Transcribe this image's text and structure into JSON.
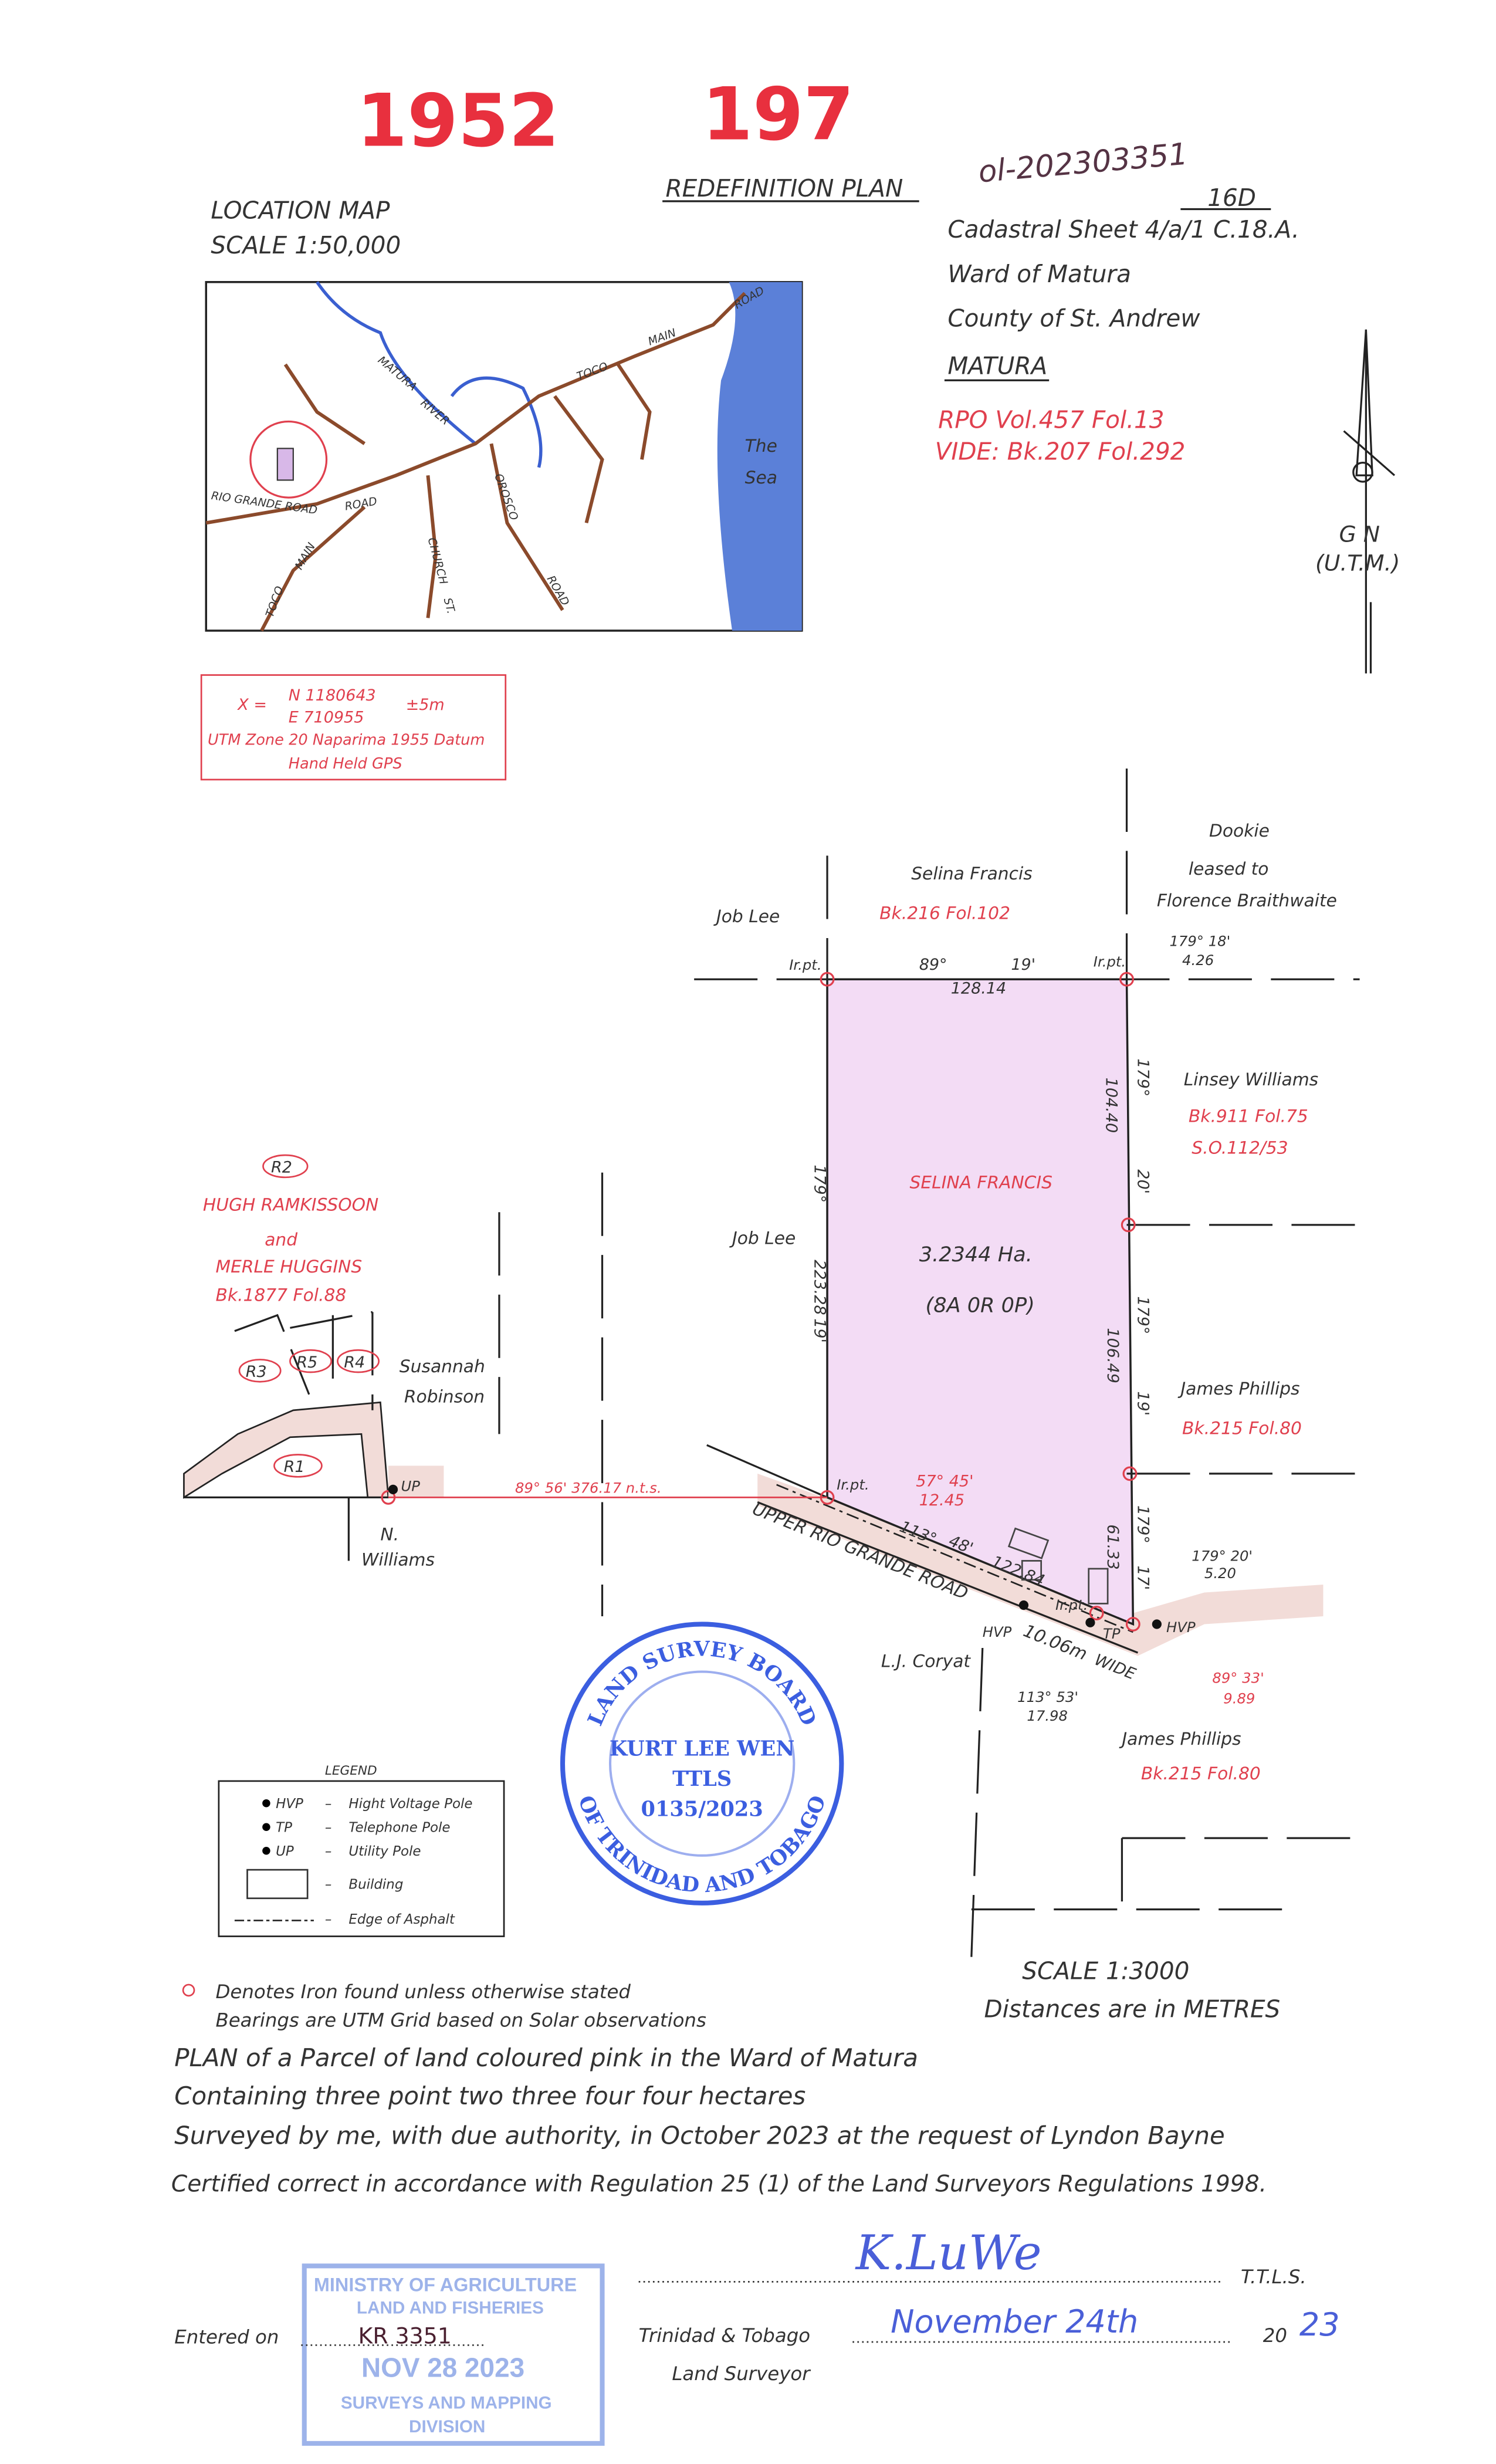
{
  "header": {
    "plan_number_1": "1952",
    "plan_number_2": "197",
    "plan_type": "REDEFINITION PLAN",
    "reference_handwritten": "ol-202303351"
  },
  "location_map": {
    "title": "LOCATION MAP",
    "scale": "SCALE 1:50,000",
    "labels": {
      "sea_1": "The",
      "sea_2": "Sea",
      "matura": "MATURA",
      "river": "RIVER",
      "toco_main_road_1": "TOCO",
      "toco_main_road_2": "MAIN",
      "toco_main_road_3": "ROAD",
      "rio_grande_road": "RIO GRANDE ROAD",
      "road": "ROAD",
      "toco_sw": "TOCO",
      "main_sw": "MAIN",
      "church": "CHURCH",
      "st": "ST.",
      "orosco": "OROSCO",
      "road_2": "ROAD"
    }
  },
  "gps": {
    "x_label": "X =",
    "north": "N 1180643",
    "east": "E 710955",
    "accuracy": "±5m",
    "datum": "UTM Zone 20 Naparima 1955 Datum",
    "method": "Hand Held GPS"
  },
  "sheet": {
    "fraction_top": "16D",
    "cadastral": "Cadastral Sheet 4/a/1 C.18.A.",
    "ward": "Ward of Matura",
    "county": "County of St. Andrew",
    "district": "MATURA",
    "rpo": "RPO Vol.457 Fol.13",
    "vide": "VIDE: Bk.207 Fol.292"
  },
  "north_arrow": {
    "label": "G N",
    "sub": "(U.T.M.)"
  },
  "plan": {
    "parcel_owner": "SELINA FRANCIS",
    "area": "3.2344 Ha.",
    "area_imperial": "(8A 0R 0P)",
    "north_owner": "Selina Francis",
    "north_ref": "Bk.216 Fol.102",
    "job_lee_1": "Job Lee",
    "job_lee_2": "Job Lee",
    "dookie_1": "Dookie",
    "dookie_2": "leased to",
    "dookie_3": "Florence Braithwaite",
    "linsey": "Linsey Williams",
    "linsey_ref1": "Bk.911 Fol.75",
    "linsey_ref2": "S.O.112/53",
    "james_1": "James Phillips",
    "james_1_ref": "Bk.215 Fol.80",
    "james_2": "James Phillips",
    "james_2_ref": "Bk.215 Fol.80",
    "coryat": "L.J. Coryat",
    "irpt": "Ir.pt.",
    "north_bearing_deg": "89°",
    "north_bearing_min": "19'",
    "north_dist": "128.14",
    "ne_tie_bearing": "179° 18'",
    "ne_tie_dist": "4.26",
    "east1_deg": "179°",
    "east1_min": "20'",
    "east1_dist": "104.40",
    "east2_deg": "179°",
    "east2_min": "19'",
    "east2_dist": "106.49",
    "east3_deg": "179°",
    "east3_min": "17'",
    "east3_dist": "61.33",
    "west_deg": "179°",
    "west_min": "19'",
    "west_dist": "223.28",
    "road_deg": "113°",
    "road_min": "48'",
    "road_dist": "122.84",
    "sw_tie_bearing": "57° 45'",
    "sw_tie_dist": "12.45",
    "se_tie_bearing": "179° 20'",
    "se_tie_dist": "5.20",
    "se_red_bearing": "89° 33'",
    "se_red_dist": "9.89",
    "road_tie_bearing": "113° 53'",
    "road_tie_dist": "17.98",
    "road_name": "UPPER RIO GRANDE ROAD",
    "road_width": "10.06m",
    "road_wide": "WIDE",
    "traverse": "89° 56'  376.17  n.t.s.",
    "hvp": "HVP",
    "tp": "TP",
    "up": "UP",
    "r2": "R2",
    "r1": "R1",
    "r3": "R3",
    "r4": "R4",
    "r5": "R5",
    "hugh": "HUGH RAMKISSOON",
    "and": "and",
    "merle": "MERLE HUGGINS",
    "hugh_ref": "Bk.1877 Fol.88",
    "susannah_1": "Susannah",
    "susannah_2": "Robinson",
    "nwill_1": "N.",
    "nwill_2": "Williams"
  },
  "stamp": {
    "top": "LAND SURVEY BOARD",
    "bottom": "OF TRINIDAD AND TOBAGO",
    "name": "KURT LEE WEN",
    "title": "TTLS",
    "number": "0135/2023"
  },
  "legend": {
    "title": "LEGEND",
    "items": [
      {
        "code": "HVP",
        "text": "Hight Voltage Pole"
      },
      {
        "code": "TP",
        "text": "Telephone Pole"
      },
      {
        "code": "UP",
        "text": "Utility Pole"
      },
      {
        "code": "",
        "text": "Building"
      },
      {
        "code": "",
        "text": "Edge of Asphalt"
      }
    ]
  },
  "notes": {
    "iron": "Denotes Iron found unless otherwise stated",
    "bearings": "Bearings are UTM Grid based on Solar observations",
    "scale": "SCALE 1:3000",
    "units": "Distances are in METRES"
  },
  "statement": {
    "l1": "PLAN of a Parcel of land coloured pink in the Ward of Matura",
    "l2": "Containing three point two three four four hectares",
    "l3": "Surveyed by me, with due authority, in October 2023 at the request of Lyndon Bayne",
    "l4": "Certified correct in accordance with Regulation 25 (1) of the Land Surveyors Regulations 1998."
  },
  "signature": {
    "ttls": "T.T.L.S.",
    "place": "Trinidad & Tobago",
    "role": "Land Surveyor",
    "date_hand": "November 24th",
    "year_prefix": "20",
    "year_hand": "23",
    "entered_on": "Entered on",
    "entered_ref": "KR 3351"
  },
  "ministry_stamp": {
    "l1": "MINISTRY OF AGRICULTURE",
    "l2": "LAND AND FISHERIES",
    "date": "NOV 28 2023",
    "l3": "SURVEYS AND MAPPING",
    "l4": "DIVISION"
  },
  "colors": {
    "parcel": "#f3dcf5",
    "red": "#e0404e",
    "stamp_blue": "#3b5ee0",
    "road": "#f2dcd8"
  }
}
